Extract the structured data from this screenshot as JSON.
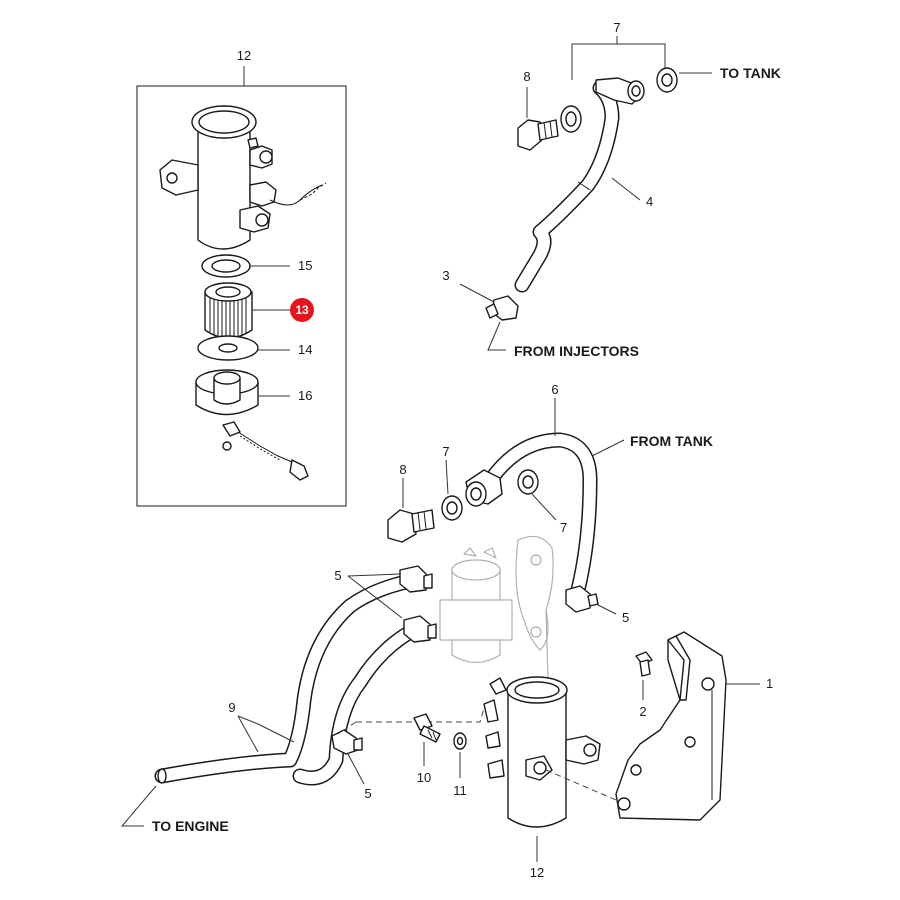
{
  "callouts": {
    "n1": "1",
    "n2": "2",
    "n3": "3",
    "n4": "4",
    "n5a": "5",
    "n5b": "5",
    "n5c": "5",
    "n6": "6",
    "n7a": "7",
    "n7b": "7",
    "n7c": "7",
    "n8a": "8",
    "n8b": "8",
    "n9": "9",
    "n10": "10",
    "n11": "11",
    "n12a": "12",
    "n12b": "12",
    "n13": "13",
    "n14": "14",
    "n15": "15",
    "n16": "16"
  },
  "labels": {
    "to_tank": "TO TANK",
    "from_injectors": "FROM INJECTORS",
    "from_tank": "FROM TANK",
    "to_engine": "TO ENGINE"
  },
  "colors": {
    "highlight_badge": "#e8141b",
    "line": "#1a1a1a",
    "ghost_line": "#b0b0b0"
  },
  "icons": {
    "highlight": "red-circle-badge"
  }
}
